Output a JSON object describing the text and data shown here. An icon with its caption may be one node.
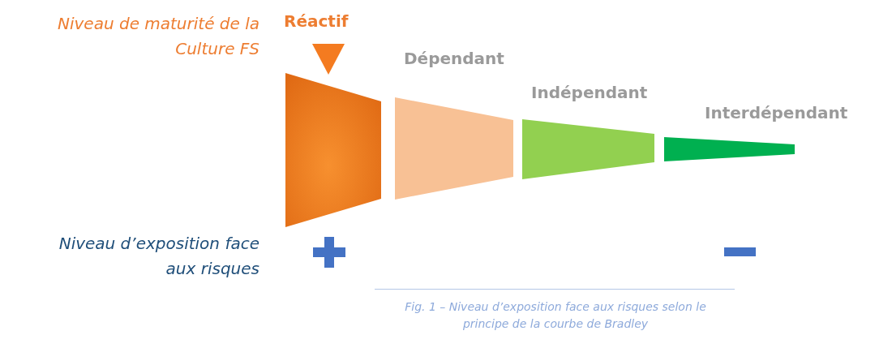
{
  "diagram": {
    "nodes": [
      {
        "text": [
          "Réactif"
        ]
      },
      {
        "text": [
          "Dépendant"
        ]
      },
      {
        "text": [
          "Indépendant"
        ]
      },
      {
        "text": [
          "Interdépendant"
        ]
      }
    ],
    "edges": [],
    "labels": [
      "Niveau de maturité de la Culture FS",
      "Niveau d’exposition face aux risques"
    ],
    "caption": "Fig. 1 – Niveau d’exposition face aux risques selon le principe de la courbe de Bradley"
  }
}
